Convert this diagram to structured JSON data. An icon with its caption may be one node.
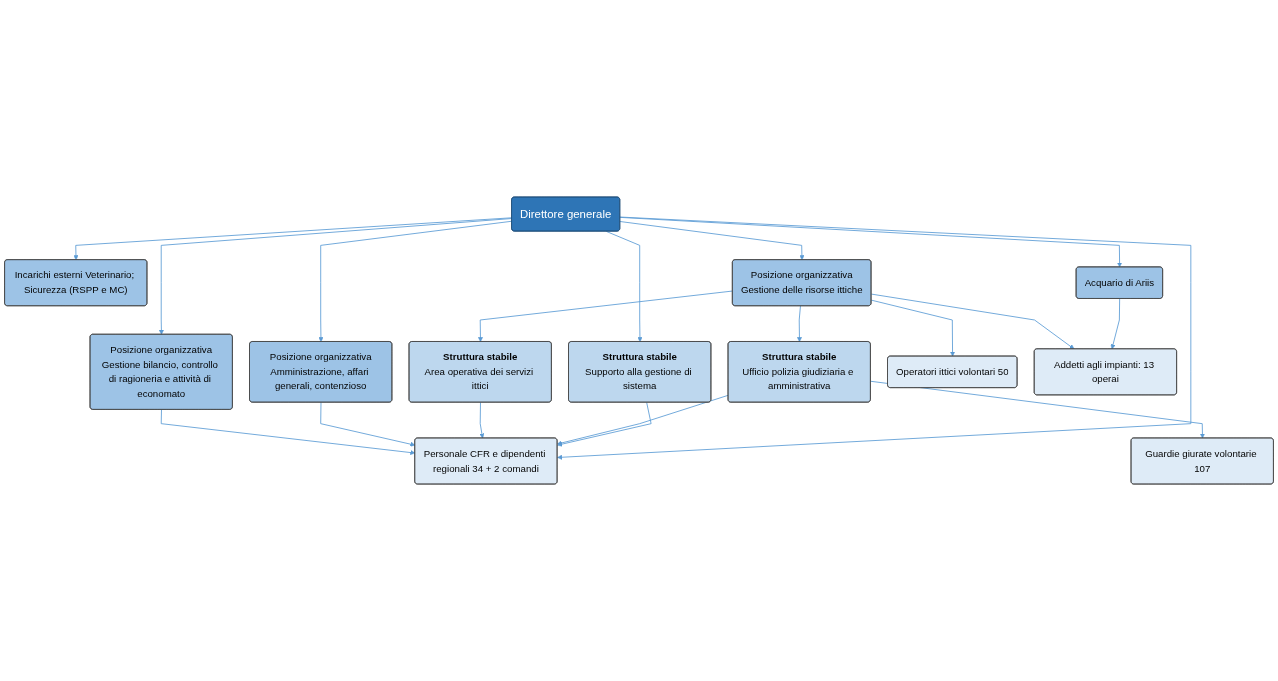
{
  "diagram": {
    "nodes": [
      {
        "text": [
          "Direttore generale"
        ]
      },
      {
        "text": [
          "Incarichi esterni Veterinario; Sicurezza (RSPP e MC)"
        ]
      },
      {
        "text": [
          "Posizione organizzativa",
          "Gestione delle risorse ittiche"
        ]
      },
      {
        "text": [
          "Posizione organizzativa",
          "Gestione bilancio, controllo di ragioneria e attività di economato"
        ]
      },
      {
        "text": [
          "Posizione organizzativa",
          "Amministrazione, affari generali, contenzioso"
        ]
      },
      {
        "text": [
          "Acquario di Ariis"
        ]
      },
      {
        "text": [
          "Struttura stabile",
          "Area operativa dei servizi ittici"
        ]
      },
      {
        "text": [
          "Struttura stabile",
          "Ufficio polizia giudiziaria e amministrativa"
        ]
      },
      {
        "text": [
          "Struttura stabile",
          "Supporto alla gestione di sistema"
        ]
      },
      {
        "text": [
          "Operatori ittici volontari 50"
        ]
      },
      {
        "text": [
          "Addetti agli impianti: 13 operai"
        ]
      },
      {
        "text": [
          "Guardie giurate volontarie 107"
        ]
      },
      {
        "text": [
          "Personale CFR e dipendenti regionali 34 + 2 comandi"
        ]
      }
    ],
    "edges": [
      {
        "from": 0,
        "to": 1,
        "arrow": "to"
      },
      {
        "from": 0,
        "to": 5,
        "arrow": "to"
      },
      {
        "from": 0,
        "to": 2,
        "arrow": "to"
      },
      {
        "from": 0,
        "to": 3,
        "arrow": "to"
      },
      {
        "from": 0,
        "to": 4,
        "arrow": "to"
      },
      {
        "from": 0,
        "to": 8,
        "arrow": "to"
      },
      {
        "from": 2,
        "to": 9,
        "arrow": "to"
      },
      {
        "from": 2,
        "to": 6,
        "arrow": "to"
      },
      {
        "from": 2,
        "to": 7,
        "arrow": "to"
      },
      {
        "from": 7,
        "to": 11,
        "arrow": "to"
      },
      {
        "from": 2,
        "to": 10,
        "arrow": "to"
      },
      {
        "from": 5,
        "to": 10,
        "arrow": "to"
      },
      {
        "from": 3,
        "to": 12,
        "arrow": "to"
      },
      {
        "from": 4,
        "to": 12,
        "arrow": "to"
      },
      {
        "from": 6,
        "to": 12,
        "arrow": "to"
      },
      {
        "from": 7,
        "to": 12,
        "arrow": "to"
      },
      {
        "from": 8,
        "to": 12,
        "arrow": "to"
      },
      {
        "from": 0,
        "to": 12,
        "arrow": "to"
      }
    ]
  }
}
